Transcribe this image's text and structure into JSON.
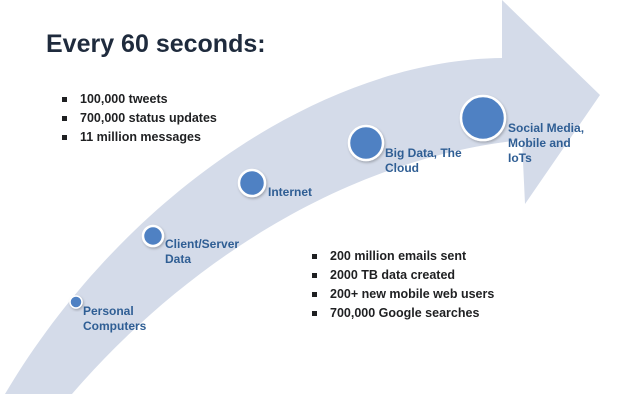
{
  "title": "Every 60 seconds:",
  "stats_top": [
    "100,000 tweets",
    "700,000 status updates",
    "11 million messages"
  ],
  "stats_bottom": [
    "200 million emails sent",
    "2000 TB data created",
    "200+ new mobile web users",
    "700,000 Google searches"
  ],
  "milestones": [
    {
      "label": "Personal Computers",
      "lines": [
        "Personal",
        "Computers"
      ]
    },
    {
      "label": "Client/Server Data",
      "lines": [
        "Client/Server",
        "Data"
      ]
    },
    {
      "label": "Internet",
      "lines": [
        "Internet"
      ]
    },
    {
      "label": "Big Data, The Cloud",
      "lines": [
        "Big Data, The",
        "Cloud"
      ]
    },
    {
      "label": "Social Media, Mobile and IoTs",
      "lines": [
        "Social Media,",
        "Mobile and",
        "IoTs"
      ]
    }
  ],
  "colors": {
    "arrow_fill": "#d4dbe9",
    "circle_fill": "#4f81c3",
    "circle_stroke": "#ffffff",
    "label_text": "#2f5e94",
    "title_text": "#1f2b3d"
  }
}
